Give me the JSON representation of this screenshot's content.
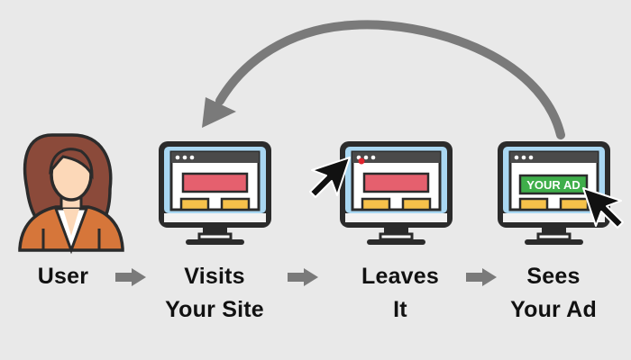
{
  "steps": [
    {
      "line1": "User",
      "line2": "",
      "icon": "user-icon"
    },
    {
      "line1": "Visits",
      "line2": "Your Site",
      "icon": "monitor-icon"
    },
    {
      "line1": "Leaves",
      "line2": "It",
      "icon": "monitor-with-cursor-icon"
    },
    {
      "line1": "Sees",
      "line2": "Your Ad",
      "icon": "monitor-with-ad-icon"
    }
  ],
  "ad_text": "YOUR AD",
  "colors": {
    "background": "#e9e9e9",
    "arrow": "#7a7a7a",
    "monitor_frame": "#2b2b2b",
    "screen": "#a9d7f2",
    "banner": "#e5606e",
    "tiles": "#f6c14a",
    "ad": "#3fae4a",
    "hair": "#8b4a3a",
    "jacket": "#d6763a",
    "skin": "#fcd8b8"
  },
  "loop_arrow_icon": "curved-arrow-icon",
  "step_arrow_icon": "right-arrow-icon"
}
